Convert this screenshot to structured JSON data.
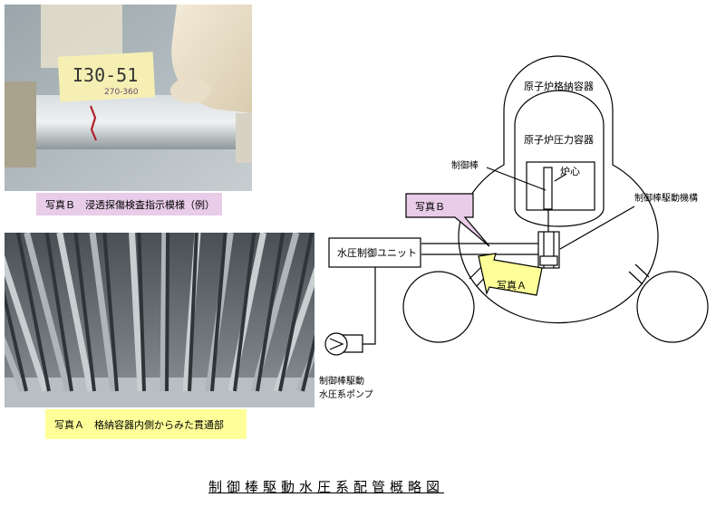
{
  "photo_b": {
    "tag_line1": "I30-51",
    "tag_line2": "270-360",
    "caption": "写真Ｂ　浸透探傷検査指示模様（例）"
  },
  "photo_a": {
    "caption": "写真Ａ　格納容器内側からみた貫通部"
  },
  "diagram": {
    "containment_label": "原子炉格納容器",
    "pressure_vessel_label": "原子炉圧力容器",
    "control_rod_label": "制御棒",
    "core_label": "炉心",
    "drive_mechanism_label": "制御棒駆動機構",
    "callout_b_label": "写真Ｂ",
    "callout_a_label": "写真Ａ",
    "hcu_label": "水圧制御ユニット",
    "pump_label_line1": "制御棒駆動",
    "pump_label_line2": "水圧系ポンプ"
  },
  "page_title": "制御棒駆動水圧系配管概略図",
  "colors": {
    "callout_b_fill": "#e8cce8",
    "callout_a_fill": "#ffff99",
    "caption_b_bg": "#e8cce8",
    "caption_a_bg": "#ffff99"
  }
}
